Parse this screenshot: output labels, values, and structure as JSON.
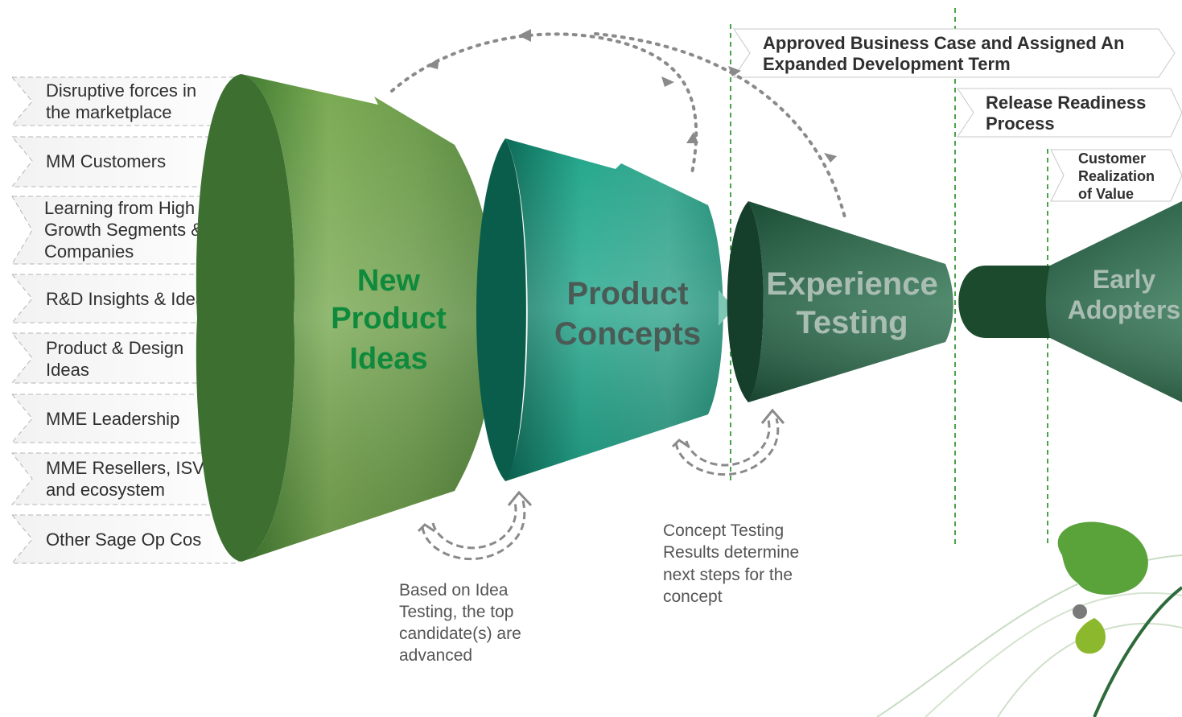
{
  "inputs": [
    {
      "lines": [
        "Disruptive forces in",
        "the marketplace"
      ]
    },
    {
      "lines": [
        "MM Customers"
      ]
    },
    {
      "lines": [
        "Learning  from High",
        "Growth Segments &",
        "Companies"
      ]
    },
    {
      "lines": [
        "R&D Insights & Ideas"
      ]
    },
    {
      "lines": [
        "Product &  Design",
        "Ideas"
      ]
    },
    {
      "lines": [
        "MME Leadership"
      ]
    },
    {
      "lines": [
        "MME Resellers, ISVs",
        "and ecosystem"
      ]
    },
    {
      "lines": [
        "Other Sage Op Cos"
      ]
    }
  ],
  "stages": [
    {
      "lines": [
        "New",
        "Product",
        "Ideas"
      ],
      "color": "#0f8a3c"
    },
    {
      "lines": [
        "Product",
        "Concepts"
      ],
      "color": "#4a5a55"
    },
    {
      "lines": [
        "Experience",
        "Testing"
      ],
      "color": "#a9bdb3"
    },
    {
      "lines": [
        "Early",
        "Adopters"
      ],
      "color": "#a9bdb3"
    }
  ],
  "phases": [
    {
      "lines": [
        "Approved Business Case and Assigned An",
        "Expanded Development Term"
      ]
    },
    {
      "lines": [
        "Release Readiness",
        "Process"
      ]
    },
    {
      "lines": [
        "Customer",
        "Realization",
        "of Value"
      ]
    }
  ],
  "notes": [
    {
      "lines": [
        "Based on Idea",
        "Testing, the top",
        "candidate(s) are",
        "advanced"
      ]
    },
    {
      "lines": [
        "Concept Testing",
        "Results determine",
        "next steps for the",
        "concept"
      ]
    }
  ],
  "colors": {
    "funnel_green": "#6a9a48",
    "funnel_teal": "#1c9b83",
    "funnel_dark": "#2e6b4d",
    "lime": "#8cb82d",
    "leaf": "#5aa23a"
  }
}
